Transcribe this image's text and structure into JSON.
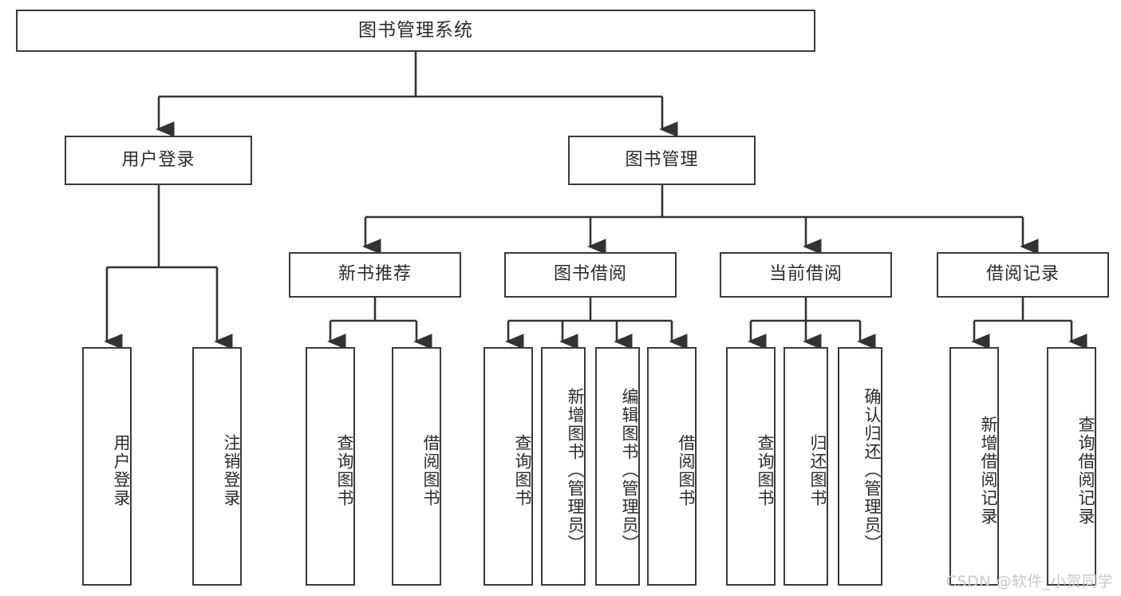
{
  "diagram": {
    "title": "图书管理系统",
    "type": "tree",
    "colors": {
      "box_border": "#3a3a3a",
      "box_fill": "#ffffff",
      "connector": "#333333",
      "text": "#2b2b2b",
      "watermark": "#c9c9c9",
      "background": "#ffffff"
    },
    "nodes": {
      "root": {
        "label": "图书管理系统"
      },
      "level2": [
        {
          "id": "user-login",
          "label": "用户登录"
        },
        {
          "id": "book-manage",
          "label": "图书管理"
        }
      ],
      "level3": [
        {
          "id": "new-book-recommend",
          "label": "新书推荐"
        },
        {
          "id": "book-borrow",
          "label": "图书借阅"
        },
        {
          "id": "current-borrow",
          "label": "当前借阅"
        },
        {
          "id": "borrow-record",
          "label": "借阅记录"
        }
      ],
      "leaves": {
        "user-login": [
          {
            "id": "leaf-user-login",
            "label": "用户登录"
          },
          {
            "id": "leaf-logout",
            "label": "注销登录"
          }
        ],
        "new-book-recommend": [
          {
            "id": "leaf-query-book-1",
            "label": "查询图书"
          },
          {
            "id": "leaf-borrow-book-1",
            "label": "借阅图书"
          }
        ],
        "book-borrow": [
          {
            "id": "leaf-query-book-2",
            "label": "查询图书"
          },
          {
            "id": "leaf-add-book",
            "label": "新增图书（管理员）"
          },
          {
            "id": "leaf-edit-book",
            "label": "编辑图书（管理员）"
          },
          {
            "id": "leaf-borrow-book-2",
            "label": "借阅图书"
          }
        ],
        "current-borrow": [
          {
            "id": "leaf-query-book-3",
            "label": "查询图书"
          },
          {
            "id": "leaf-return-book",
            "label": "归还图书"
          },
          {
            "id": "leaf-confirm-return",
            "label": "确认归还（管理员）"
          }
        ],
        "borrow-record": [
          {
            "id": "leaf-add-record",
            "label": "新增借阅记录"
          },
          {
            "id": "leaf-query-record",
            "label": "查询借阅记录"
          }
        ]
      }
    },
    "watermark": "CSDN @软件_小贺同学"
  }
}
